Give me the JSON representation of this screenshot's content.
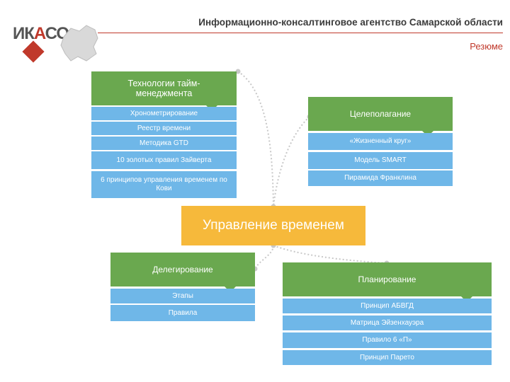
{
  "header": {
    "title": "Информационно-консалтинговое агентство Самарской области",
    "section": "Резюме",
    "logo_text_a": "ИК",
    "logo_text_b": "А",
    "logo_text_c": "СО"
  },
  "center": {
    "label": "Управление временем"
  },
  "groups": [
    {
      "title": "Технологии тайм-менеджмента",
      "items": [
        "Хронометрирование",
        "Реестр времени",
        "Методика GTD",
        "10 золотых правил Зайверта",
        "6 принципов управления временем по Кови"
      ]
    },
    {
      "title": "Целеполагание",
      "items": [
        "«Жизненный круг»",
        "Модель SMART",
        "Пирамида Франклина"
      ]
    },
    {
      "title": "Делегирование",
      "items": [
        "Этапы",
        "Правила"
      ]
    },
    {
      "title": "Планирование",
      "items": [
        "Принцип АБВГД",
        "Матрица Эйзенхауэра",
        "Правило 6 «П»",
        "Принцип Парето"
      ]
    }
  ],
  "colors": {
    "green": "#6aa84f",
    "blue": "#6fb7e8",
    "orange": "#f6b93b",
    "accent": "#c0392b"
  }
}
